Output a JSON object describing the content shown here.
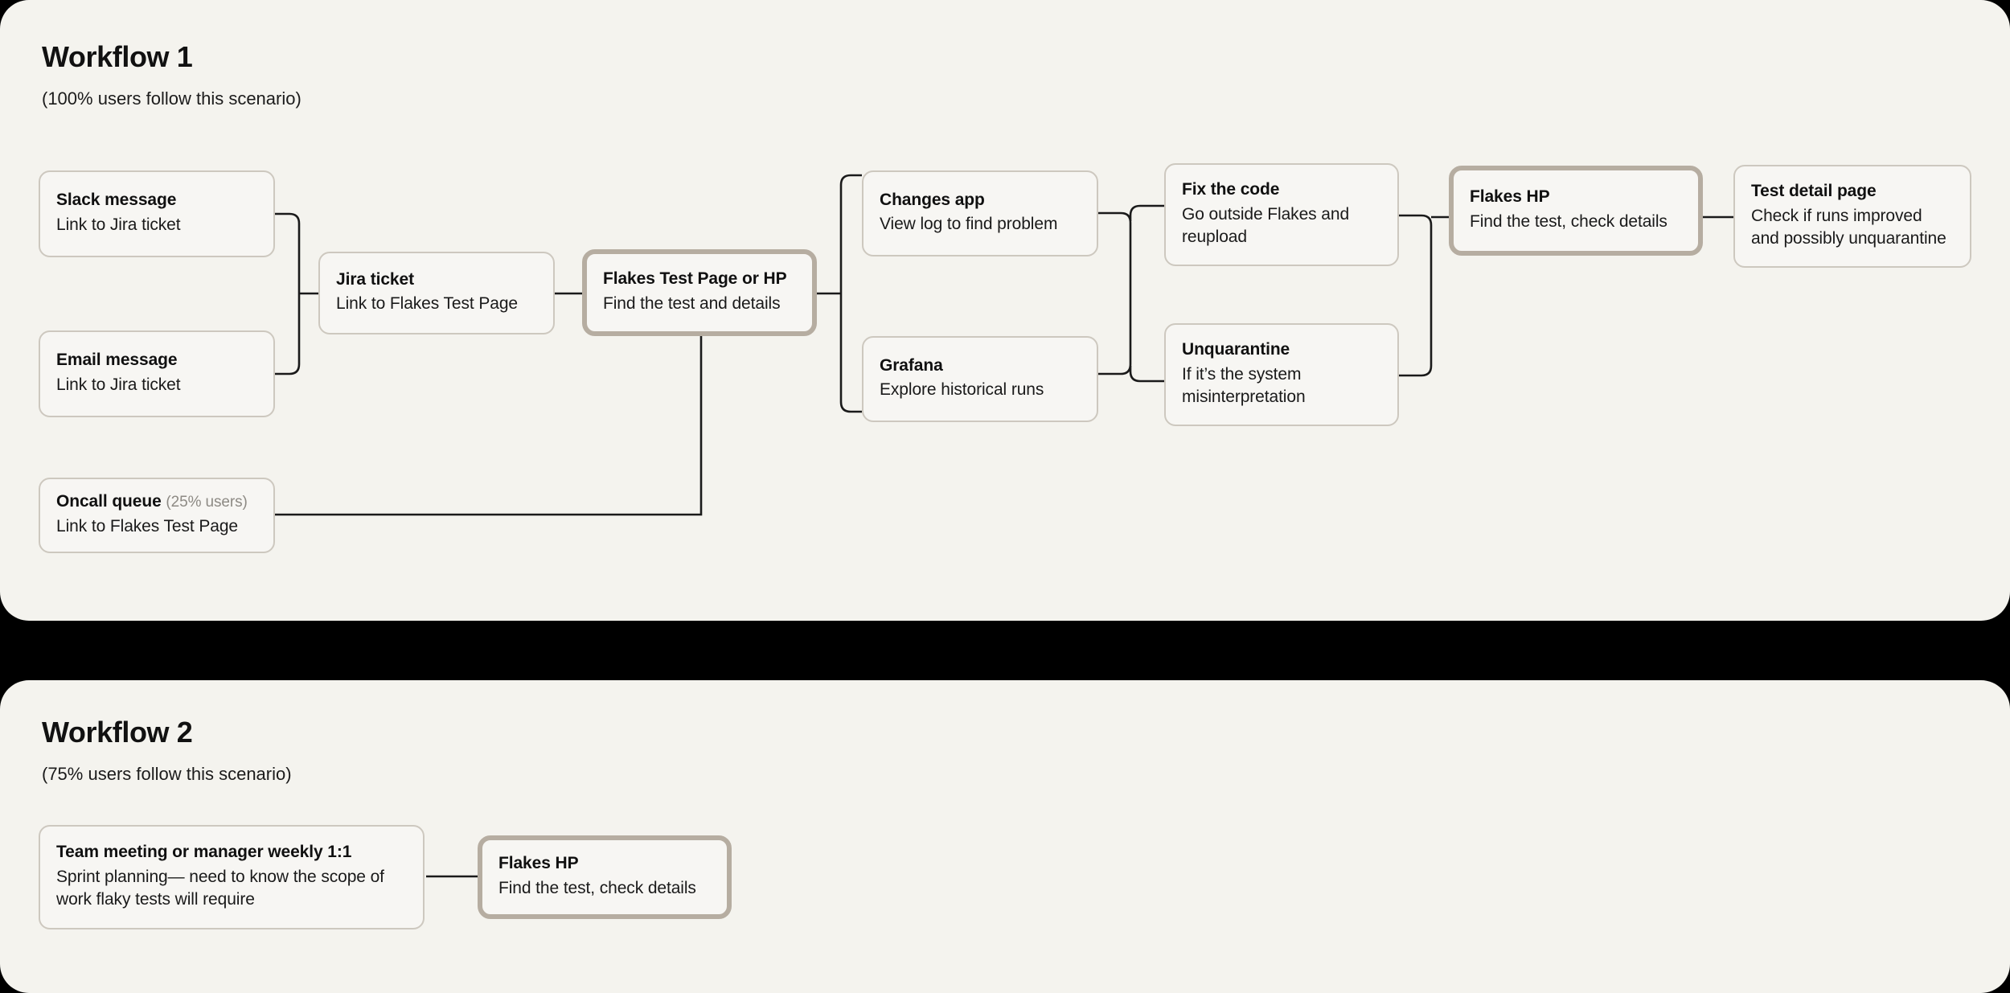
{
  "colors": {
    "page_background": "#000000",
    "panel_background": "#f4f3ee",
    "node_background": "#f7f6f3",
    "node_border": "#cdc8bf",
    "node_border_highlight": "#b6ada1",
    "connector": "#1a1a1a",
    "text_primary": "#101010",
    "text_muted": "#8d8a84"
  },
  "workflow1": {
    "title": "Workflow 1",
    "subtitle": "(100% users follow this scenario)",
    "nodes": {
      "slack": {
        "title": "Slack message",
        "subtitle": "Link to Jira ticket"
      },
      "email": {
        "title": "Email message",
        "subtitle": "Link to Jira ticket"
      },
      "oncall": {
        "title": "Oncall queue",
        "title_note": "(25% users)",
        "subtitle": "Link to Flakes Test Page"
      },
      "jira": {
        "title": "Jira ticket",
        "subtitle": "Link to Flakes Test Page"
      },
      "flakes_test_page": {
        "title": "Flakes Test Page or HP",
        "subtitle": "Find the test and details",
        "highlighted": true
      },
      "changes_app": {
        "title": "Changes app",
        "subtitle": "View log to find problem"
      },
      "grafana": {
        "title": "Grafana",
        "subtitle": "Explore historical runs"
      },
      "fix_code": {
        "title": "Fix the code",
        "subtitle": "Go outside Flakes and reupload"
      },
      "unquarantine": {
        "title": "Unquarantine",
        "subtitle": "If it’s the system misinterpretation"
      },
      "flakes_hp": {
        "title": "Flakes HP",
        "subtitle": "Find the test, check details",
        "highlighted": true
      },
      "test_detail": {
        "title": "Test detail page",
        "subtitle": "Check if runs improved and possibly unquarantine"
      }
    }
  },
  "workflow2": {
    "title": "Workflow 2",
    "subtitle": "(75% users follow this scenario)",
    "nodes": {
      "team_meeting": {
        "title": "Team meeting or manager weekly 1:1",
        "subtitle": "Sprint planning— need to know the scope of work flaky tests will require"
      },
      "flakes_hp": {
        "title": "Flakes HP",
        "subtitle": "Find the test, check details",
        "highlighted": true
      }
    }
  }
}
